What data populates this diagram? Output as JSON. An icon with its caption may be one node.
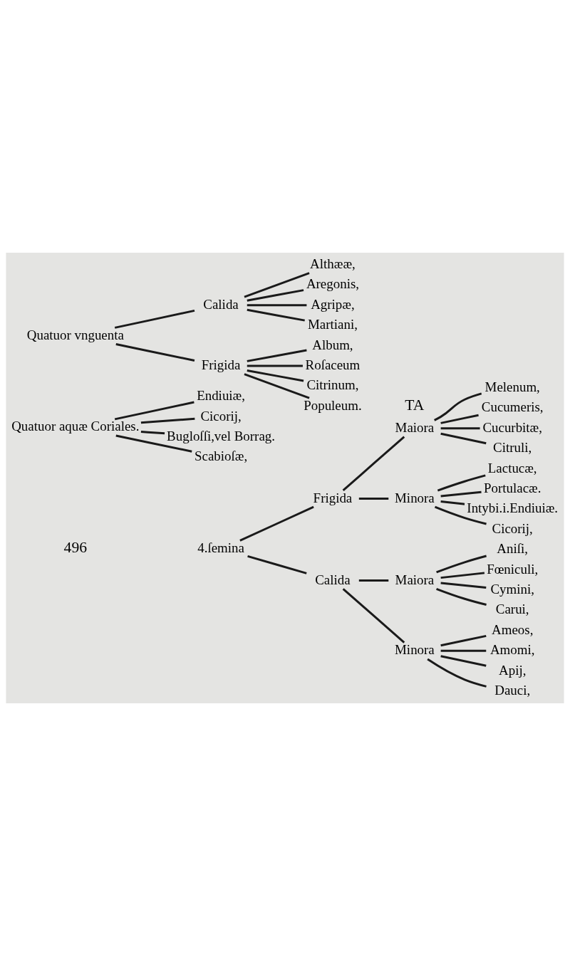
{
  "diagram": {
    "nodes": [
      {
        "text": [
          "4.ſemina"
        ]
      },
      {
        "text": [
          "Frigida"
        ]
      },
      {
        "text": [
          "Maiora"
        ]
      },
      {
        "text": [
          "Melenum,"
        ]
      },
      {
        "text": [
          "Cucumeris,"
        ]
      },
      {
        "text": [
          "Cucurbitæ,"
        ]
      },
      {
        "text": [
          "Citruli,"
        ]
      },
      {
        "text": [
          "Minora"
        ]
      },
      {
        "text": [
          "Lactucæ,"
        ]
      },
      {
        "text": [
          "Portulacæ."
        ]
      },
      {
        "text": [
          "Intybi.i.Endiuiæ."
        ]
      },
      {
        "text": [
          "Cicorij,"
        ]
      },
      {
        "text": [
          "Calida"
        ]
      },
      {
        "text": [
          "Maiora"
        ]
      },
      {
        "text": [
          "Aniſi,"
        ]
      },
      {
        "text": [
          "Fœniculi,"
        ]
      },
      {
        "text": [
          "Cymini,"
        ]
      },
      {
        "text": [
          "Carui,"
        ]
      },
      {
        "text": [
          "Minora"
        ]
      },
      {
        "text": [
          "Ameos,"
        ]
      },
      {
        "text": [
          "Amomi,"
        ]
      },
      {
        "text": [
          "Apij,"
        ]
      },
      {
        "text": [
          "Dauci,"
        ]
      },
      {
        "text": [
          "Quatuor aquæ Coriales."
        ]
      },
      {
        "text": [
          "Endiuiæ,"
        ]
      },
      {
        "text": [
          "Cicorij,"
        ]
      },
      {
        "text": [
          "Bugloſſi,vel Borrag."
        ]
      },
      {
        "text": [
          "Scabioſæ,"
        ]
      },
      {
        "text": [
          "Quatuor vnguenta"
        ]
      },
      {
        "text": [
          "Calida"
        ]
      },
      {
        "text": [
          "Althææ,"
        ]
      },
      {
        "text": [
          "Aregonis,"
        ]
      },
      {
        "text": [
          "Agripæ,"
        ]
      },
      {
        "text": [
          "Martiani,"
        ]
      },
      {
        "text": [
          "Frigida"
        ]
      },
      {
        "text": [
          "Album,"
        ]
      },
      {
        "text": [
          "Roſaceum"
        ]
      },
      {
        "text": [
          "Citrinum,"
        ]
      },
      {
        "text": [
          "Populeum."
        ]
      }
    ],
    "edges": [
      {
        "from": 0,
        "to": 1,
        "arrow": "none"
      },
      {
        "from": 0,
        "to": 12,
        "arrow": "none"
      },
      {
        "from": 1,
        "to": 2,
        "arrow": "none"
      },
      {
        "from": 1,
        "to": 7,
        "arrow": "none"
      },
      {
        "from": 2,
        "to": 3,
        "arrow": "none"
      },
      {
        "from": 2,
        "to": 4,
        "arrow": "none"
      },
      {
        "from": 2,
        "to": 5,
        "arrow": "none"
      },
      {
        "from": 2,
        "to": 6,
        "arrow": "none"
      },
      {
        "from": 7,
        "to": 8,
        "arrow": "none"
      },
      {
        "from": 7,
        "to": 9,
        "arrow": "none"
      },
      {
        "from": 7,
        "to": 10,
        "arrow": "none"
      },
      {
        "from": 7,
        "to": 11,
        "arrow": "none"
      },
      {
        "from": 12,
        "to": 13,
        "arrow": "none"
      },
      {
        "from": 12,
        "to": 18,
        "arrow": "none"
      },
      {
        "from": 13,
        "to": 14,
        "arrow": "none"
      },
      {
        "from": 13,
        "to": 15,
        "arrow": "none"
      },
      {
        "from": 13,
        "to": 16,
        "arrow": "none"
      },
      {
        "from": 13,
        "to": 17,
        "arrow": "none"
      },
      {
        "from": 18,
        "to": 19,
        "arrow": "none"
      },
      {
        "from": 18,
        "to": 20,
        "arrow": "none"
      },
      {
        "from": 18,
        "to": 21,
        "arrow": "none"
      },
      {
        "from": 18,
        "to": 22,
        "arrow": "none"
      },
      {
        "from": 23,
        "to": 24,
        "arrow": "none"
      },
      {
        "from": 23,
        "to": 25,
        "arrow": "none"
      },
      {
        "from": 23,
        "to": 26,
        "arrow": "none"
      },
      {
        "from": 23,
        "to": 27,
        "arrow": "none"
      },
      {
        "from": 28,
        "to": 29,
        "arrow": "none"
      },
      {
        "from": 28,
        "to": 34,
        "arrow": "none"
      },
      {
        "from": 29,
        "to": 30,
        "arrow": "none"
      },
      {
        "from": 29,
        "to": 31,
        "arrow": "none"
      },
      {
        "from": 29,
        "to": 32,
        "arrow": "none"
      },
      {
        "from": 29,
        "to": 33,
        "arrow": "none"
      },
      {
        "from": 34,
        "to": 35,
        "arrow": "none"
      },
      {
        "from": 34,
        "to": 36,
        "arrow": "none"
      },
      {
        "from": 34,
        "to": 37,
        "arrow": "none"
      },
      {
        "from": 34,
        "to": 38,
        "arrow": "none"
      }
    ],
    "labels": [
      "496",
      "TA"
    ]
  }
}
